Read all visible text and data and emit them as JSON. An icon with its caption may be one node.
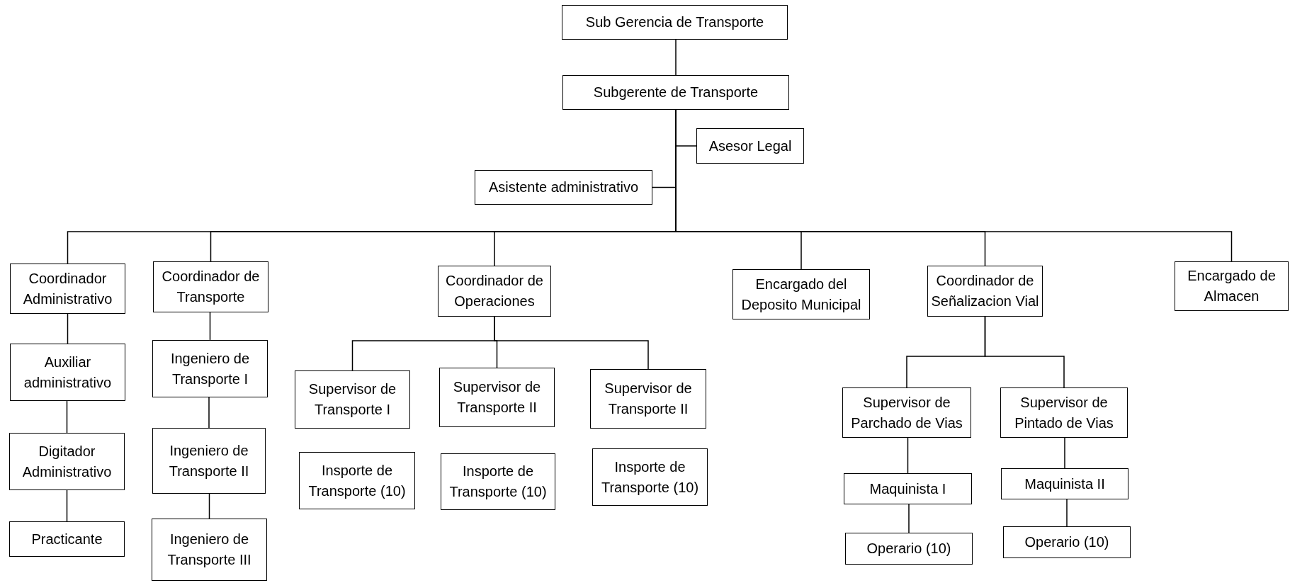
{
  "diagram": {
    "nodes": [
      {
        "text": [
          "Sub Gerencia de Transporte"
        ]
      },
      {
        "text": [
          "Subgerente de Transporte"
        ]
      },
      {
        "text": [
          "Asesor Legal"
        ]
      },
      {
        "text": [
          "Asistente administrativo"
        ]
      },
      {
        "text": [
          "Coordinador Administrativo"
        ]
      },
      {
        "text": [
          "Coordinador de Transporte"
        ]
      },
      {
        "text": [
          "Coordinador de Operaciones"
        ]
      },
      {
        "text": [
          "Encargado del Deposito Municipal"
        ]
      },
      {
        "text": [
          "Coordinador de Señalizacion Vial"
        ]
      },
      {
        "text": [
          "Encargado de Almacen"
        ]
      },
      {
        "text": [
          "Auxiliar administrativo"
        ]
      },
      {
        "text": [
          "Digitador Administrativo"
        ]
      },
      {
        "text": [
          "Practicante"
        ]
      },
      {
        "text": [
          "Ingeniero de Transporte I"
        ]
      },
      {
        "text": [
          "Ingeniero de Transporte II"
        ]
      },
      {
        "text": [
          "Ingeniero de Transporte III"
        ]
      },
      {
        "text": [
          "Supervisor de Transporte I"
        ]
      },
      {
        "text": [
          "Supervisor de Transporte II"
        ]
      },
      {
        "text": [
          "Supervisor de Transporte II"
        ]
      },
      {
        "text": [
          "Insporte de Transporte (10)"
        ]
      },
      {
        "text": [
          "Insporte de Transporte (10)"
        ]
      },
      {
        "text": [
          "Insporte de Transporte (10)"
        ]
      },
      {
        "text": [
          "Supervisor de Parchado de Vias"
        ]
      },
      {
        "text": [
          "Supervisor de Pintado de Vias"
        ]
      },
      {
        "text": [
          "Maquinista I"
        ]
      },
      {
        "text": [
          "Maquinista II"
        ]
      },
      {
        "text": [
          "Operario (10)"
        ]
      },
      {
        "text": [
          "Operario (10)"
        ]
      }
    ],
    "edges": [
      {
        "from": 0,
        "to": 1,
        "arrow": "none"
      },
      {
        "from": 1,
        "to": 2,
        "arrow": "none"
      },
      {
        "from": 1,
        "to": 3,
        "arrow": "none"
      },
      {
        "from": 1,
        "to": 4,
        "arrow": "none"
      },
      {
        "from": 1,
        "to": 5,
        "arrow": "none"
      },
      {
        "from": 1,
        "to": 6,
        "arrow": "none"
      },
      {
        "from": 1,
        "to": 7,
        "arrow": "none"
      },
      {
        "from": 1,
        "to": 8,
        "arrow": "none"
      },
      {
        "from": 1,
        "to": 9,
        "arrow": "none"
      },
      {
        "from": 4,
        "to": 10,
        "arrow": "none"
      },
      {
        "from": 10,
        "to": 11,
        "arrow": "none"
      },
      {
        "from": 11,
        "to": 12,
        "arrow": "none"
      },
      {
        "from": 5,
        "to": 13,
        "arrow": "none"
      },
      {
        "from": 13,
        "to": 14,
        "arrow": "none"
      },
      {
        "from": 14,
        "to": 15,
        "arrow": "none"
      },
      {
        "from": 6,
        "to": 16,
        "arrow": "none"
      },
      {
        "from": 6,
        "to": 17,
        "arrow": "none"
      },
      {
        "from": 6,
        "to": 18,
        "arrow": "none"
      },
      {
        "from": 8,
        "to": 22,
        "arrow": "none"
      },
      {
        "from": 8,
        "to": 23,
        "arrow": "none"
      },
      {
        "from": 22,
        "to": 24,
        "arrow": "none"
      },
      {
        "from": 24,
        "to": 26,
        "arrow": "none"
      },
      {
        "from": 23,
        "to": 25,
        "arrow": "none"
      },
      {
        "from": 25,
        "to": 27,
        "arrow": "none"
      }
    ]
  }
}
